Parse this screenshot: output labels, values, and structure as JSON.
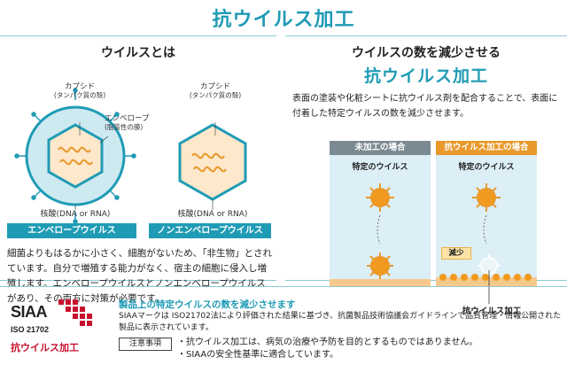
{
  "page": {
    "title": "抗ウイルス加工"
  },
  "left": {
    "heading": "ウイルスとは",
    "enveloped": {
      "capsid_label": "カプシド",
      "capsid_sub": "(タンパク質の殻)",
      "envelope_label": "エンベロープ",
      "envelope_sub": "(脂質性の膜)",
      "nucleic_label": "核酸(DNA or RNA)",
      "type_label": "エンベロープウイルス"
    },
    "non_enveloped": {
      "capsid_label": "カプシド",
      "capsid_sub": "(タンパク質の殻)",
      "nucleic_label": "核酸(DNA or RNA)",
      "type_label": "ノンエンベロープウイルス"
    },
    "body": "細菌よりもはるかに小さく、細胞がないため、「非生物」とされています。自分で増殖する能力がなく、宿主の細胞に侵入し増殖します。エンベロープウイルスとノンエンベロープウイルスがあり、その両方に対策が必要です。"
  },
  "right": {
    "subheading": "ウイルスの数を減少させる",
    "heading": "抗ウイルス加工",
    "body": "表面の塗装や化粧シートに抗ウイルス剤を配合することで、表面に付着した特定ウイルスの数を減少させます。",
    "untreated": {
      "header": "未加工の場合",
      "virus_label": "特定のウイルス"
    },
    "treated": {
      "header": "抗ウイルス加工の場合",
      "virus_label": "特定のウイルス",
      "reduce_label": "減少"
    },
    "processing_label": "抗ウイルス加工"
  },
  "bottom": {
    "logo": {
      "brand": "SIAA",
      "iso": "ISO 21702",
      "name": "抗ウイルス加工"
    },
    "title": "製品上の特定ウイルスの数を減少させます",
    "body": "SIAAマークは ISO21702法により評価された結果に基づき、抗菌製品技術協議会ガイドラインで品質管理・情報公開された製品に表示されています。",
    "notice_label": "注意事項",
    "notices": [
      "・抗ウイルス加工は、病気の治療や予防を目的とするものではありません。",
      "・SIAAの安全性基準に適合しています。"
    ]
  },
  "colors": {
    "accent": "#1f9bb5",
    "orange": "#e8992b",
    "gray": "#7b8a92",
    "red": "#c8102e"
  }
}
